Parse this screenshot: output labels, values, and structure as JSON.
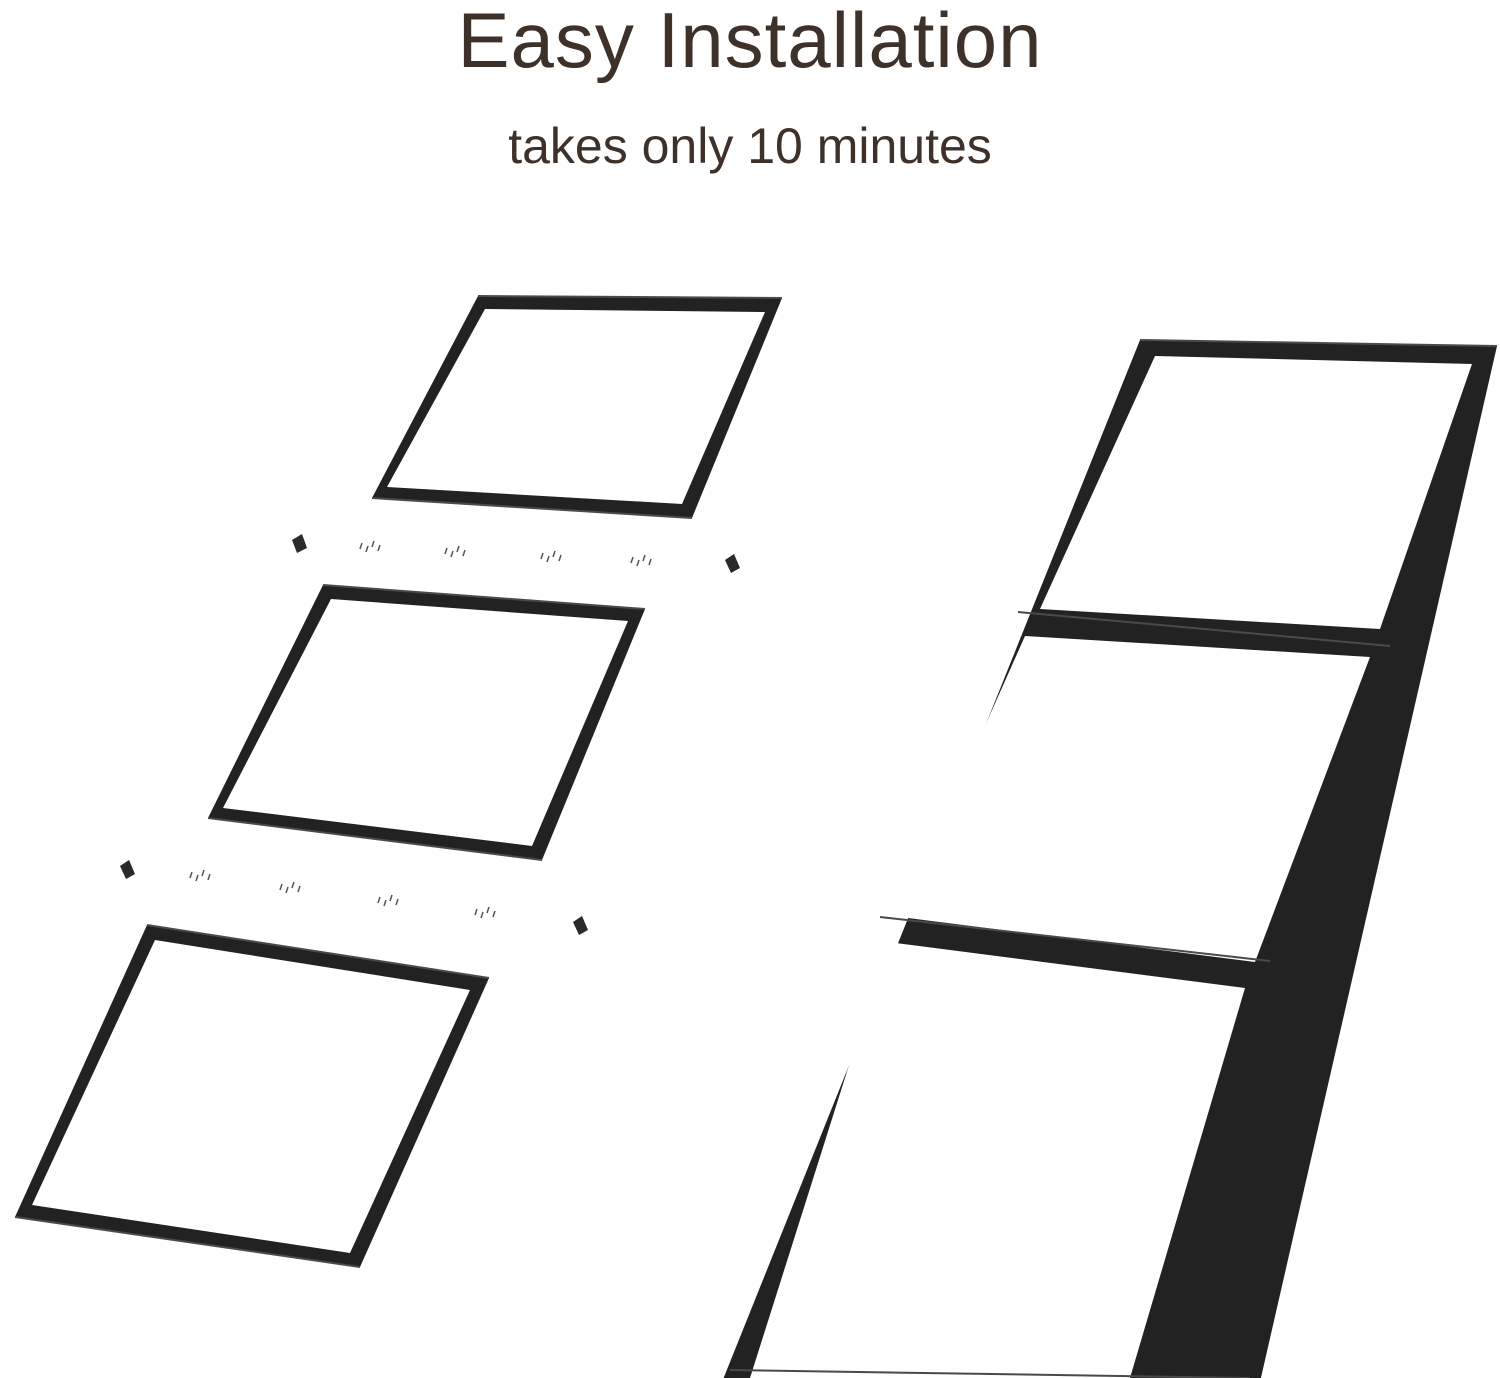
{
  "header": {
    "title": "Easy Installation",
    "subtitle": "takes only 10 minutes"
  },
  "colors": {
    "text": "#3d3129",
    "frame": "#222222",
    "frame_highlight": "#4a4a4a",
    "background": "#ffffff"
  },
  "illustration": {
    "left_side": "exploded-view-three-frames-with-connectors",
    "right_side": "assembled-three-section-frame"
  }
}
